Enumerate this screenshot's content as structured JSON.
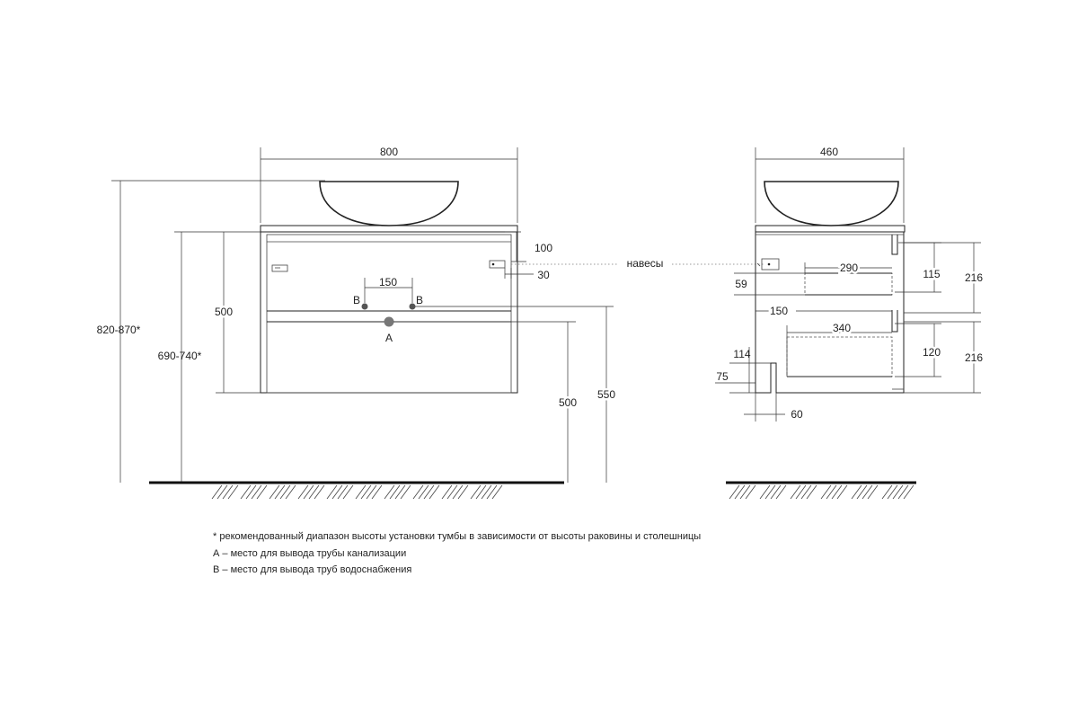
{
  "front": {
    "width": "800",
    "total_height": "820-870*",
    "cabinet_height_range": "690-740*",
    "cabinet_height": "500",
    "drawer_offset": "100",
    "hinge_offset": "30",
    "supply_spacing": "150",
    "label_b_left": "B",
    "label_b_right": "B",
    "label_a": "A",
    "drain_height": "500",
    "supply_height": "550"
  },
  "side": {
    "depth": "460",
    "hinges_label": "навесы",
    "upper_drawer_depth": "290",
    "upper_drawer_height": "115",
    "upper_section": "216",
    "upper_offset": "59",
    "lower_offset": "150",
    "lower_drawer_depth": "340",
    "lower_drawer_height": "120",
    "lower_section": "216",
    "plinth_height": "114",
    "plinth_inner": "75",
    "plinth_depth": "60"
  },
  "notes": [
    "* рекомендованный диапазон высоты установки тумбы в зависимости от высоты раковины и столешницы",
    "А – место для вывода трубы канализации",
    "B – место для вывода труб водоснабжения"
  ]
}
